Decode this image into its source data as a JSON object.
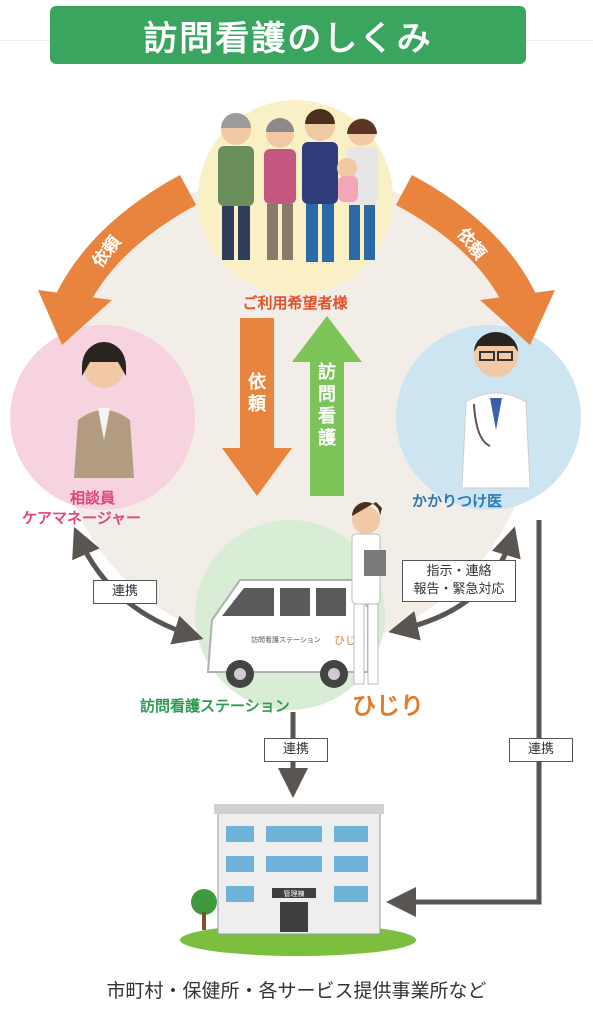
{
  "title": "訪問看護のしくみ",
  "nodes": {
    "family": "ご利用希望者様",
    "care_manager_line1": "相談員",
    "care_manager_line2": "ケアマネージャー",
    "doctor": "かかりつけ医",
    "station": "訪問看護ステーション",
    "station_brand": "ひじり",
    "van_text": "訪問看護ステーション",
    "van_brand": "ひじり",
    "facility_sign": "管理棟"
  },
  "arrows": {
    "family_to_care": "依頼",
    "family_to_doctor": "依頼",
    "family_to_station": "依頼",
    "station_to_family": "訪問看護"
  },
  "boxes": {
    "care_station_link": "連携",
    "doctor_station_line1": "指示・連絡",
    "doctor_station_line2": "報告・緊急対応",
    "station_facility_link": "連携",
    "doctor_facility_link": "連携"
  },
  "bottom_label": "市町村・保健所・各サービス提供事業所など",
  "colors": {
    "title_bg": "#3aa55f",
    "arrow_orange": "#e9843f",
    "arrow_green": "#7cc457",
    "connector_gray": "#5a5551"
  }
}
